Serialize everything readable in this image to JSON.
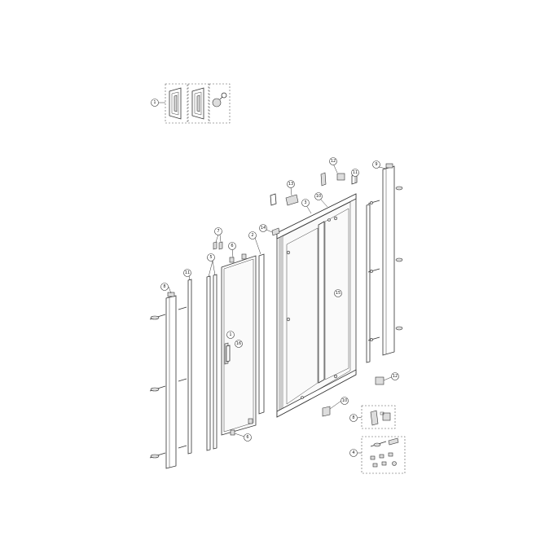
{
  "diagram": {
    "callouts": [
      {
        "id": "c1-top",
        "label": "1"
      },
      {
        "id": "c13",
        "label": "13"
      },
      {
        "id": "c3",
        "label": "3"
      },
      {
        "id": "c10-top",
        "label": "10"
      },
      {
        "id": "c12-top",
        "label": "12"
      },
      {
        "id": "c11-top-right",
        "label": "11"
      },
      {
        "id": "c9",
        "label": "9"
      },
      {
        "id": "c14",
        "label": "14"
      },
      {
        "id": "c2",
        "label": "2"
      },
      {
        "id": "c7",
        "label": "7"
      },
      {
        "id": "c6-top",
        "label": "6"
      },
      {
        "id": "c5",
        "label": "5"
      },
      {
        "id": "c11-left",
        "label": "11"
      },
      {
        "id": "c8-left",
        "label": "8"
      },
      {
        "id": "c15",
        "label": "15"
      },
      {
        "id": "c1-door",
        "label": "1"
      },
      {
        "id": "c16",
        "label": "16"
      },
      {
        "id": "c12-bottom",
        "label": "12"
      },
      {
        "id": "c10-bottom",
        "label": "10"
      },
      {
        "id": "c8-bottom",
        "label": "8"
      },
      {
        "id": "c6-bottom",
        "label": "6"
      },
      {
        "id": "c4",
        "label": "4"
      }
    ]
  }
}
